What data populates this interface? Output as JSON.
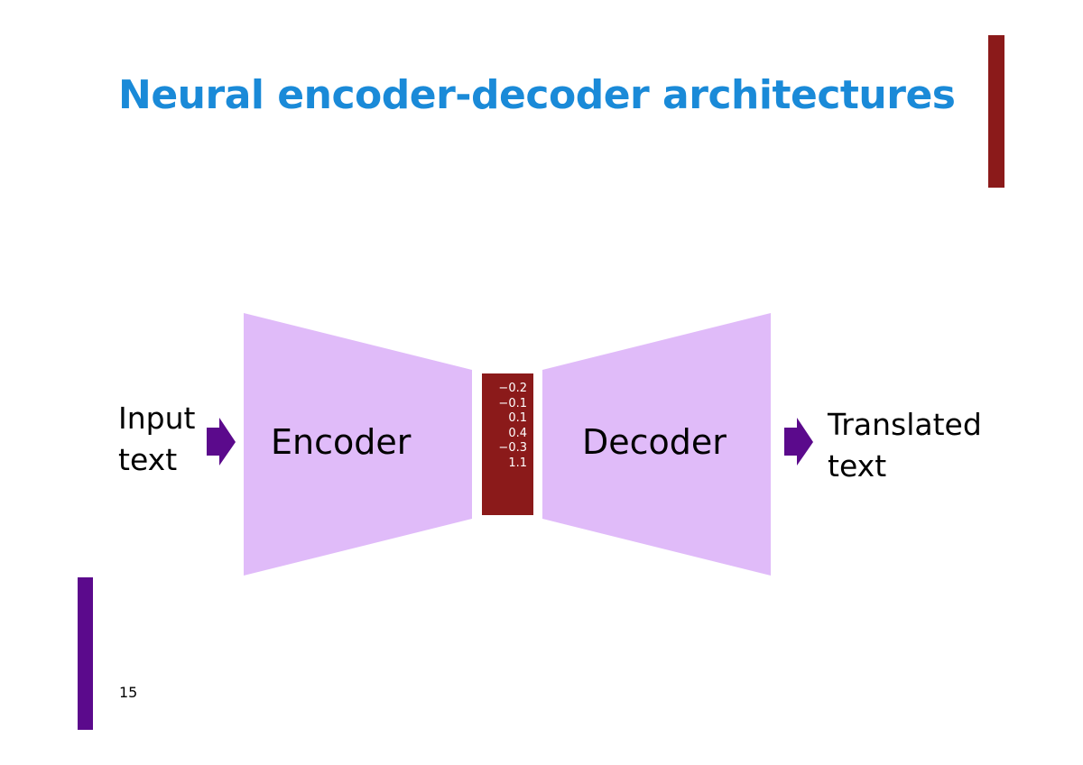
{
  "slide": {
    "title": "Neural encoder-decoder architectures",
    "page_number": "15"
  },
  "diagram": {
    "input_label": [
      "Input",
      "text"
    ],
    "encoder_label": "Encoder",
    "decoder_label": "Decoder",
    "output_label": [
      "Translated",
      "text"
    ],
    "vector_values": [
      "−0.2",
      "−0.1",
      "0.1",
      "0.4",
      "−0.3",
      "1.1"
    ]
  },
  "colors": {
    "title": "#1a8ad8",
    "accent_dark_red": "#8b1a1a",
    "accent_purple": "#5b0a8c",
    "block_fill": "#e0bbf9",
    "arrow": "#5b0a8c",
    "vector_box": "#8b1a1a"
  }
}
